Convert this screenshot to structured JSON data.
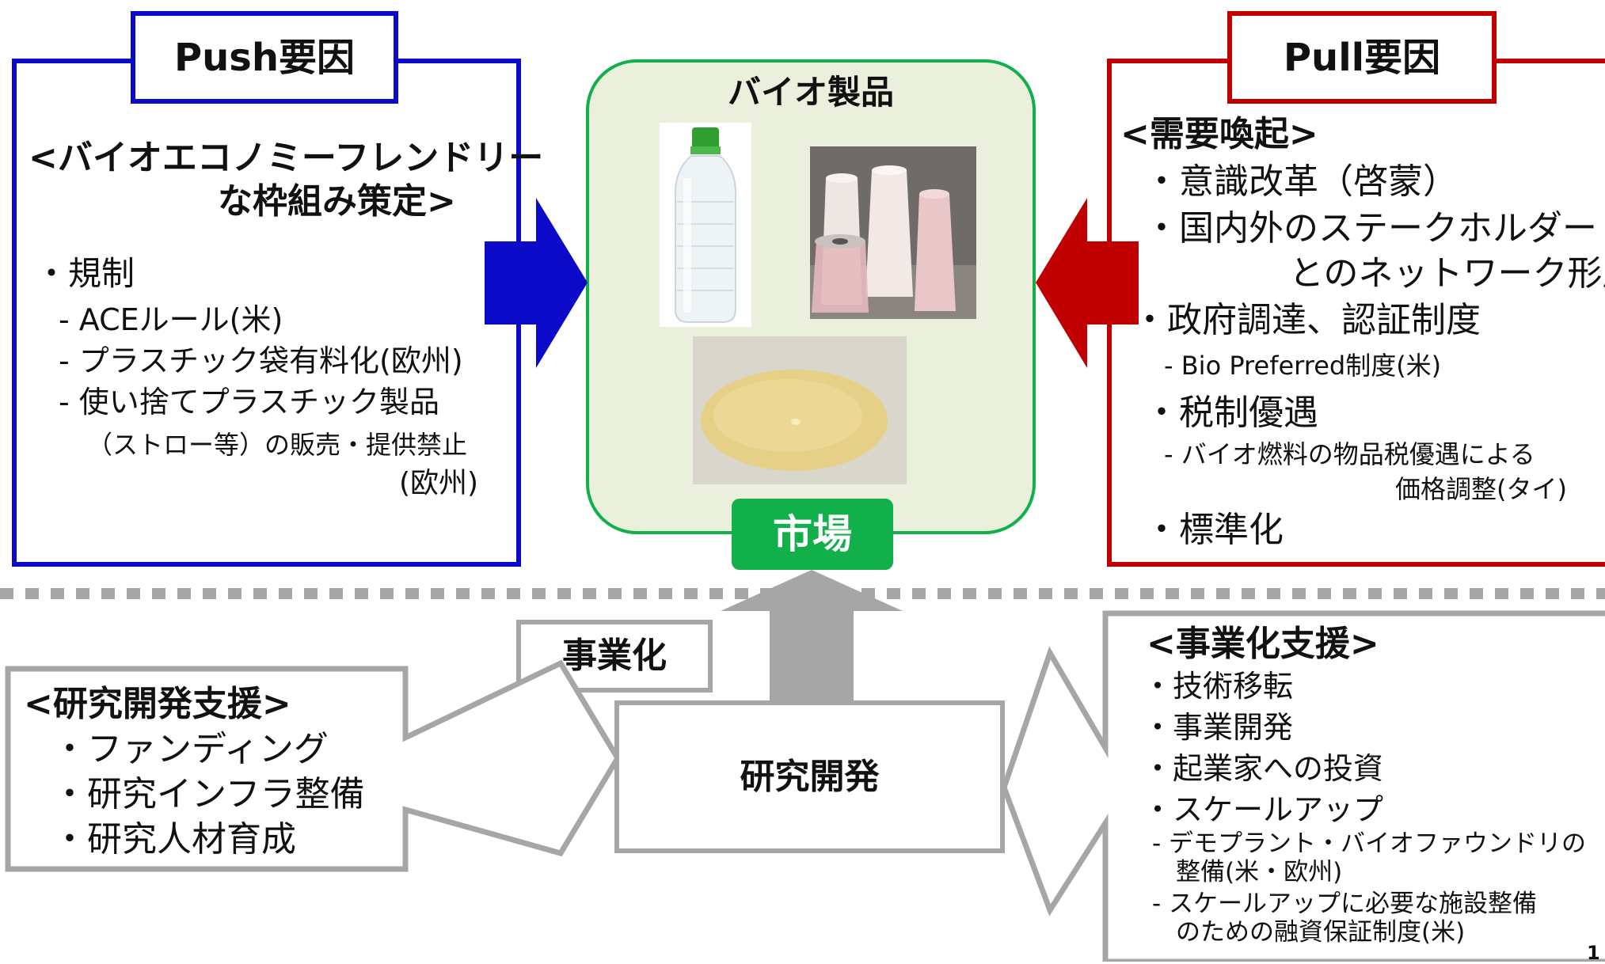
{
  "push": {
    "title": "Push要因",
    "heading_line1": "<バイオエコノミーフレンドリー",
    "heading_line2": "な枠組み策定>",
    "items": [
      "・規制",
      "- ACEルール(米)",
      "- プラスチック袋有料化(欧州)",
      "- 使い捨てプラスチック製品",
      "（ストロー等）の販売・提供禁止",
      "(欧州)"
    ]
  },
  "center": {
    "title": "バイオ製品",
    "market_label": "市場",
    "images": [
      "water-bottle",
      "yarn-spools",
      "bio-resin"
    ]
  },
  "pull": {
    "title": "Pull要因",
    "heading": "<需要喚起>",
    "items": [
      "・意識改革（啓蒙）",
      "・国内外のステークホルダー",
      "とのネットワーク形成",
      "・政府調達、認証制度",
      "- Bio Preferred制度(米)",
      "・税制優遇",
      "- バイオ燃料の物品税優遇による",
      "価格調整(タイ)",
      "・標準化"
    ]
  },
  "bottom": {
    "jigyouka_label": "事業化",
    "kenkyu_label": "研究開発",
    "rd_support": {
      "heading": "<研究開発支援>",
      "items": [
        "・ファンディング",
        "・研究インフラ整備",
        "・研究人材育成"
      ]
    },
    "biz_support": {
      "heading": "<事業化支援>",
      "items": [
        "・技術移転",
        "・事業開発",
        "・起業家への投資",
        "・スケールアップ",
        "- デモプラント・バイオファウンドリの",
        "整備(米・欧州)",
        "- スケールアップに必要な施設整備",
        "のための融資保証制度(米)"
      ]
    }
  },
  "page_number": "1",
  "colors": {
    "push": "#0a0ac8",
    "pull": "#c00000",
    "market": "#11b04a",
    "center_bg": "#ebf0dd",
    "gray": "#a6a6a6"
  }
}
